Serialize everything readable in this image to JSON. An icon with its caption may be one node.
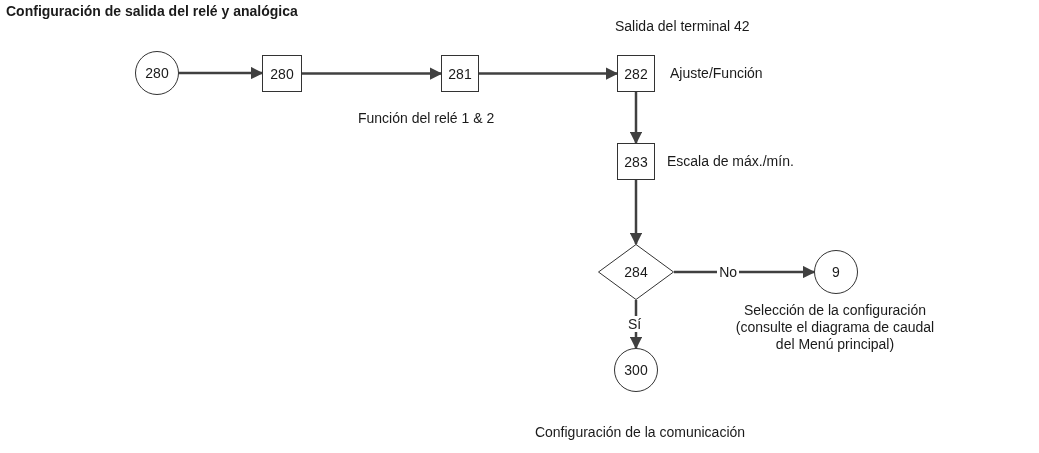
{
  "diagram": {
    "title": "Configuración de salida del relé y analógica",
    "nodes": [
      {
        "text": [
          "280"
        ]
      },
      {
        "text": [
          "280"
        ]
      },
      {
        "text": [
          "281"
        ],
        "beside": [
          "Función del relé 1 & 2"
        ]
      },
      {
        "text": [
          "282"
        ],
        "beside": [
          "Salida del terminal 42",
          "Ajuste/Función"
        ]
      },
      {
        "text": [
          "283"
        ],
        "beside": [
          "Escala de máx./mín."
        ]
      },
      {
        "text": [
          "284"
        ]
      },
      {
        "text": [
          "9"
        ],
        "beside": [
          "Selección de la configuración (consulte el diagrama de caudal del Menú principal)"
        ]
      },
      {
        "text": [
          "300"
        ],
        "beside": [
          "Configuración de la comunicación"
        ]
      }
    ],
    "edges": [
      {
        "from": 0,
        "to": 1,
        "arrow": "to"
      },
      {
        "from": 1,
        "to": 2,
        "arrow": "to"
      },
      {
        "from": 2,
        "to": 3,
        "arrow": "to"
      },
      {
        "from": 3,
        "to": 4,
        "arrow": "to"
      },
      {
        "from": 4,
        "to": 5,
        "arrow": "to"
      },
      {
        "from": 5,
        "to": 6,
        "arrow": "to",
        "label": "No"
      },
      {
        "from": 5,
        "to": 7,
        "arrow": "to",
        "label": "Sí"
      }
    ]
  }
}
